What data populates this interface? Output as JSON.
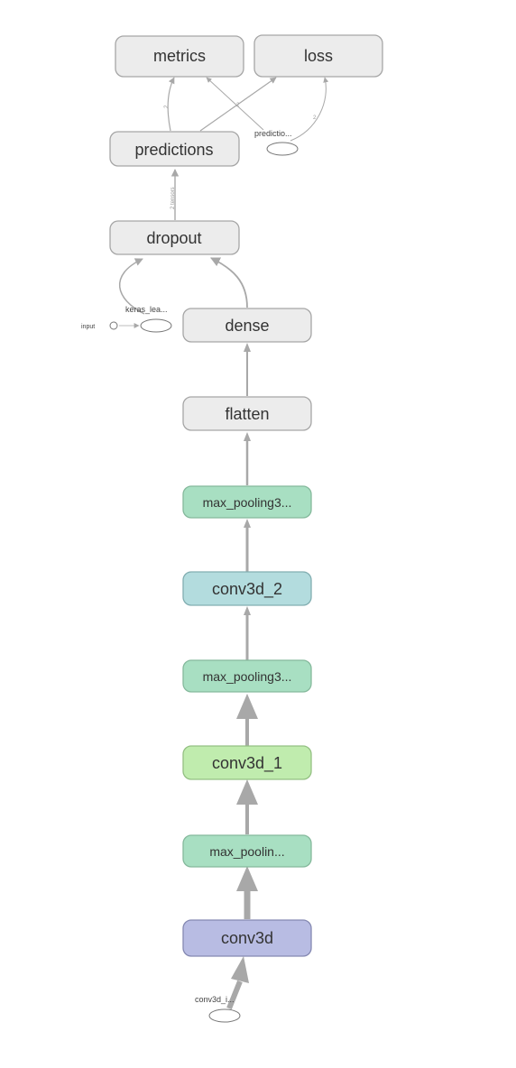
{
  "graph": {
    "colors": {
      "gray_fill": "#ececec",
      "gray_stroke": "#a6a6a6",
      "mint_fill": "#a8dfc2",
      "mint_stroke": "#85b99c",
      "teal_fill": "#b3dcde",
      "teal_stroke": "#82aeb1",
      "green_fill": "#c0ecae",
      "green_stroke": "#94c083",
      "blue_fill": "#b8bce3",
      "blue_stroke": "#8589b2",
      "edge": "#a8a8a8"
    },
    "nodes": [
      {
        "id": "metrics",
        "label": "metrics",
        "color": "gray"
      },
      {
        "id": "loss",
        "label": "loss",
        "color": "gray"
      },
      {
        "id": "predictions",
        "label": "predictions",
        "color": "gray"
      },
      {
        "id": "dropout",
        "label": "dropout",
        "color": "gray"
      },
      {
        "id": "dense",
        "label": "dense",
        "color": "gray"
      },
      {
        "id": "flatten",
        "label": "flatten",
        "color": "gray"
      },
      {
        "id": "max_pooling3d_2",
        "label": "max_pooling3...",
        "color": "mint"
      },
      {
        "id": "conv3d_2",
        "label": "conv3d_2",
        "color": "teal"
      },
      {
        "id": "max_pooling3d_1",
        "label": "max_pooling3...",
        "color": "mint"
      },
      {
        "id": "conv3d_1",
        "label": "conv3d_1",
        "color": "green"
      },
      {
        "id": "max_pooling3d",
        "label": "max_poolin...",
        "color": "mint"
      },
      {
        "id": "conv3d",
        "label": "conv3d",
        "color": "blue"
      }
    ],
    "aux": {
      "predictions_target": "predictio...",
      "keras_learning_phase": "keras_lea...",
      "input": "input",
      "conv3d_input": "conv3d_i..."
    },
    "edge_tags": {
      "to_metrics": "2",
      "from_pred_target": "2",
      "to_predictions": "2 tensors",
      "to_loss": "2"
    }
  }
}
